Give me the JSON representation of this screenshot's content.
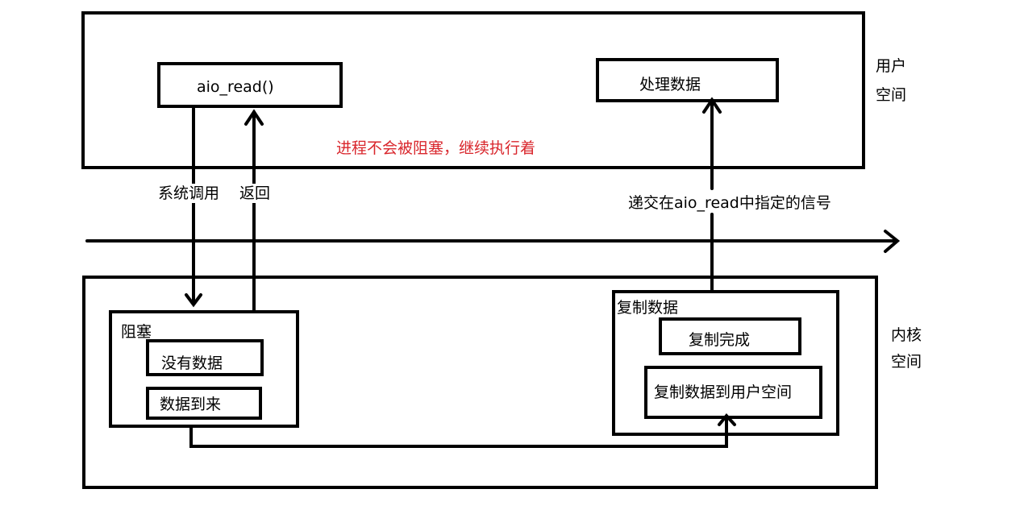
{
  "user_space": {
    "label_line1": "用户",
    "label_line2": "空间",
    "aio_read": "aio_read()",
    "process_data": "处理数据",
    "not_blocked_note": "进程不会被阻塞，继续执行着"
  },
  "syscall_label": "系统调用",
  "return_label": "返回",
  "signal_label": "递交在aio_read中指定的信号",
  "kernel_space": {
    "label_line1": "内核",
    "label_line2": "空间",
    "blocked_title": "阻塞",
    "no_data": "没有数据",
    "data_arrived": "数据到来",
    "copy_title": "复制数据",
    "copy_done": "复制完成",
    "copy_to_user": "复制数据到用户空间"
  },
  "colors": {
    "line": "#000000",
    "note": "#d9262c"
  }
}
